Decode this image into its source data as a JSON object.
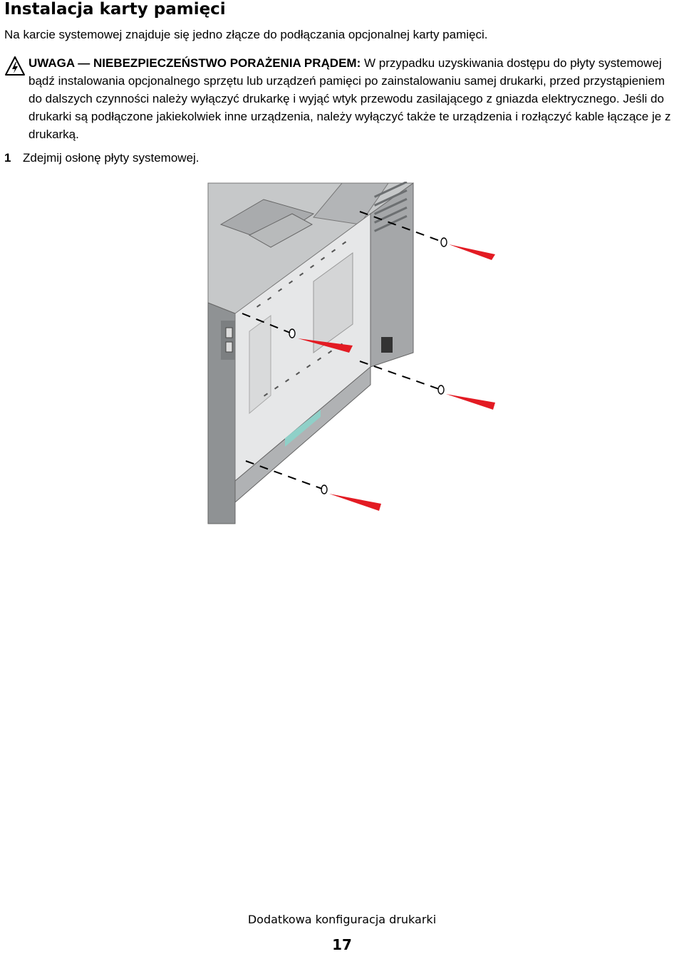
{
  "title": "Instalacja karty pamięci",
  "intro": "Na karcie systemowej znajduje się jedno złącze do podłączania opcjonalnej karty pamięci.",
  "warning": {
    "icon": "electric-shock-warning-icon",
    "label": "UWAGA — NIEBEZPIECZEŃSTWO PORAŻENIA PRĄDEM:",
    "text": " W przypadku uzyskiwania dostępu do płyty systemowej bądź instalowania opcjonalnego sprzętu lub urządzeń pamięci po zainstalowaniu samej drukarki, przed przystąpieniem do dalszych czynności należy wyłączyć drukarkę i wyjąć wtyk przewodu zasilającego z gniazda elektrycznego. Jeśli do drukarki są podłączone jakiekolwiek inne urządzenia, należy wyłączyć także te urządzenia i rozłączyć kable łączące je z drukarką."
  },
  "step": {
    "number": "1",
    "text": "Zdejmij osłonę płyty systemowej."
  },
  "footer": {
    "section": "Dodatkowa konfiguracja drukarki",
    "page": "17"
  }
}
